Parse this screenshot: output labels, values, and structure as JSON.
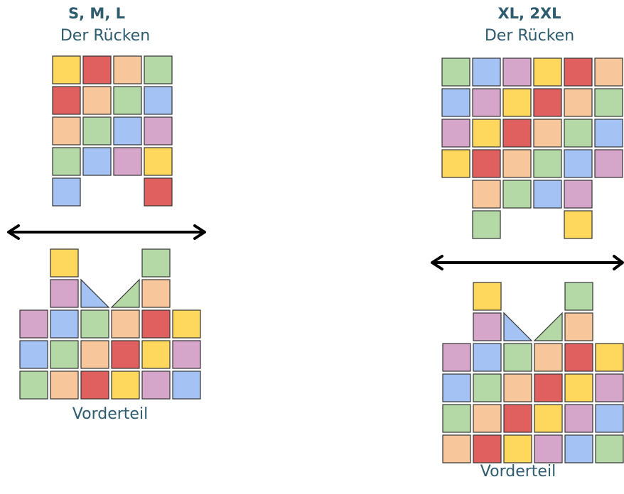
{
  "colors": {
    "yellow": "#FDD85D",
    "red": "#E06060",
    "peach": "#F7C79B",
    "green": "#B4D9A6",
    "blue": "#A4C2F4",
    "pink": "#D5A6C9",
    "text": "#2E5B6E",
    "border": "#333333"
  },
  "left": {
    "size_label": "S, M, L",
    "back_label": "Der Rücken",
    "front_label": "Vorderteil",
    "back_grid": [
      [
        "yellow",
        "red",
        "peach",
        "green"
      ],
      [
        "red",
        "peach",
        "green",
        "blue"
      ],
      [
        "peach",
        "green",
        "blue",
        "pink"
      ],
      [
        "green",
        "blue",
        "pink",
        "yellow"
      ],
      [
        "blue",
        null,
        null,
        "red"
      ]
    ],
    "front_grid": [
      [
        null,
        "yellow",
        null,
        null,
        "green",
        null
      ],
      [
        null,
        "pink",
        "tri-blue",
        "tri-green",
        "peach",
        null
      ],
      [
        "pink",
        "blue",
        "green",
        "peach",
        "red",
        "yellow"
      ],
      [
        "blue",
        "green",
        "peach",
        "red",
        "yellow",
        "pink"
      ],
      [
        "green",
        "peach",
        "red",
        "yellow",
        "pink",
        "blue"
      ]
    ]
  },
  "right": {
    "size_label": "XL, 2XL",
    "back_label": "Der Rücken",
    "front_label": "Vorderteil",
    "back_grid": [
      [
        "green",
        "blue",
        "pink",
        "yellow",
        "red",
        "peach"
      ],
      [
        "blue",
        "pink",
        "yellow",
        "red",
        "peach",
        "green"
      ],
      [
        "pink",
        "yellow",
        "red",
        "peach",
        "green",
        "blue"
      ],
      [
        "yellow",
        "red",
        "peach",
        "green",
        "blue",
        "pink"
      ],
      [
        null,
        "peach",
        "green",
        "blue",
        "pink",
        null
      ],
      [
        null,
        "green",
        null,
        null,
        "yellow",
        null
      ]
    ],
    "front_grid": [
      [
        null,
        "yellow",
        null,
        null,
        "green",
        null
      ],
      [
        null,
        "pink",
        "tri-blue",
        "tri-green",
        "peach",
        null
      ],
      [
        "pink",
        "blue",
        "green",
        "peach",
        "red",
        "yellow"
      ],
      [
        "blue",
        "green",
        "peach",
        "red",
        "yellow",
        "pink"
      ],
      [
        "green",
        "peach",
        "red",
        "yellow",
        "pink",
        "blue"
      ],
      [
        "peach",
        "red",
        "yellow",
        "pink",
        "blue",
        "green"
      ]
    ]
  }
}
